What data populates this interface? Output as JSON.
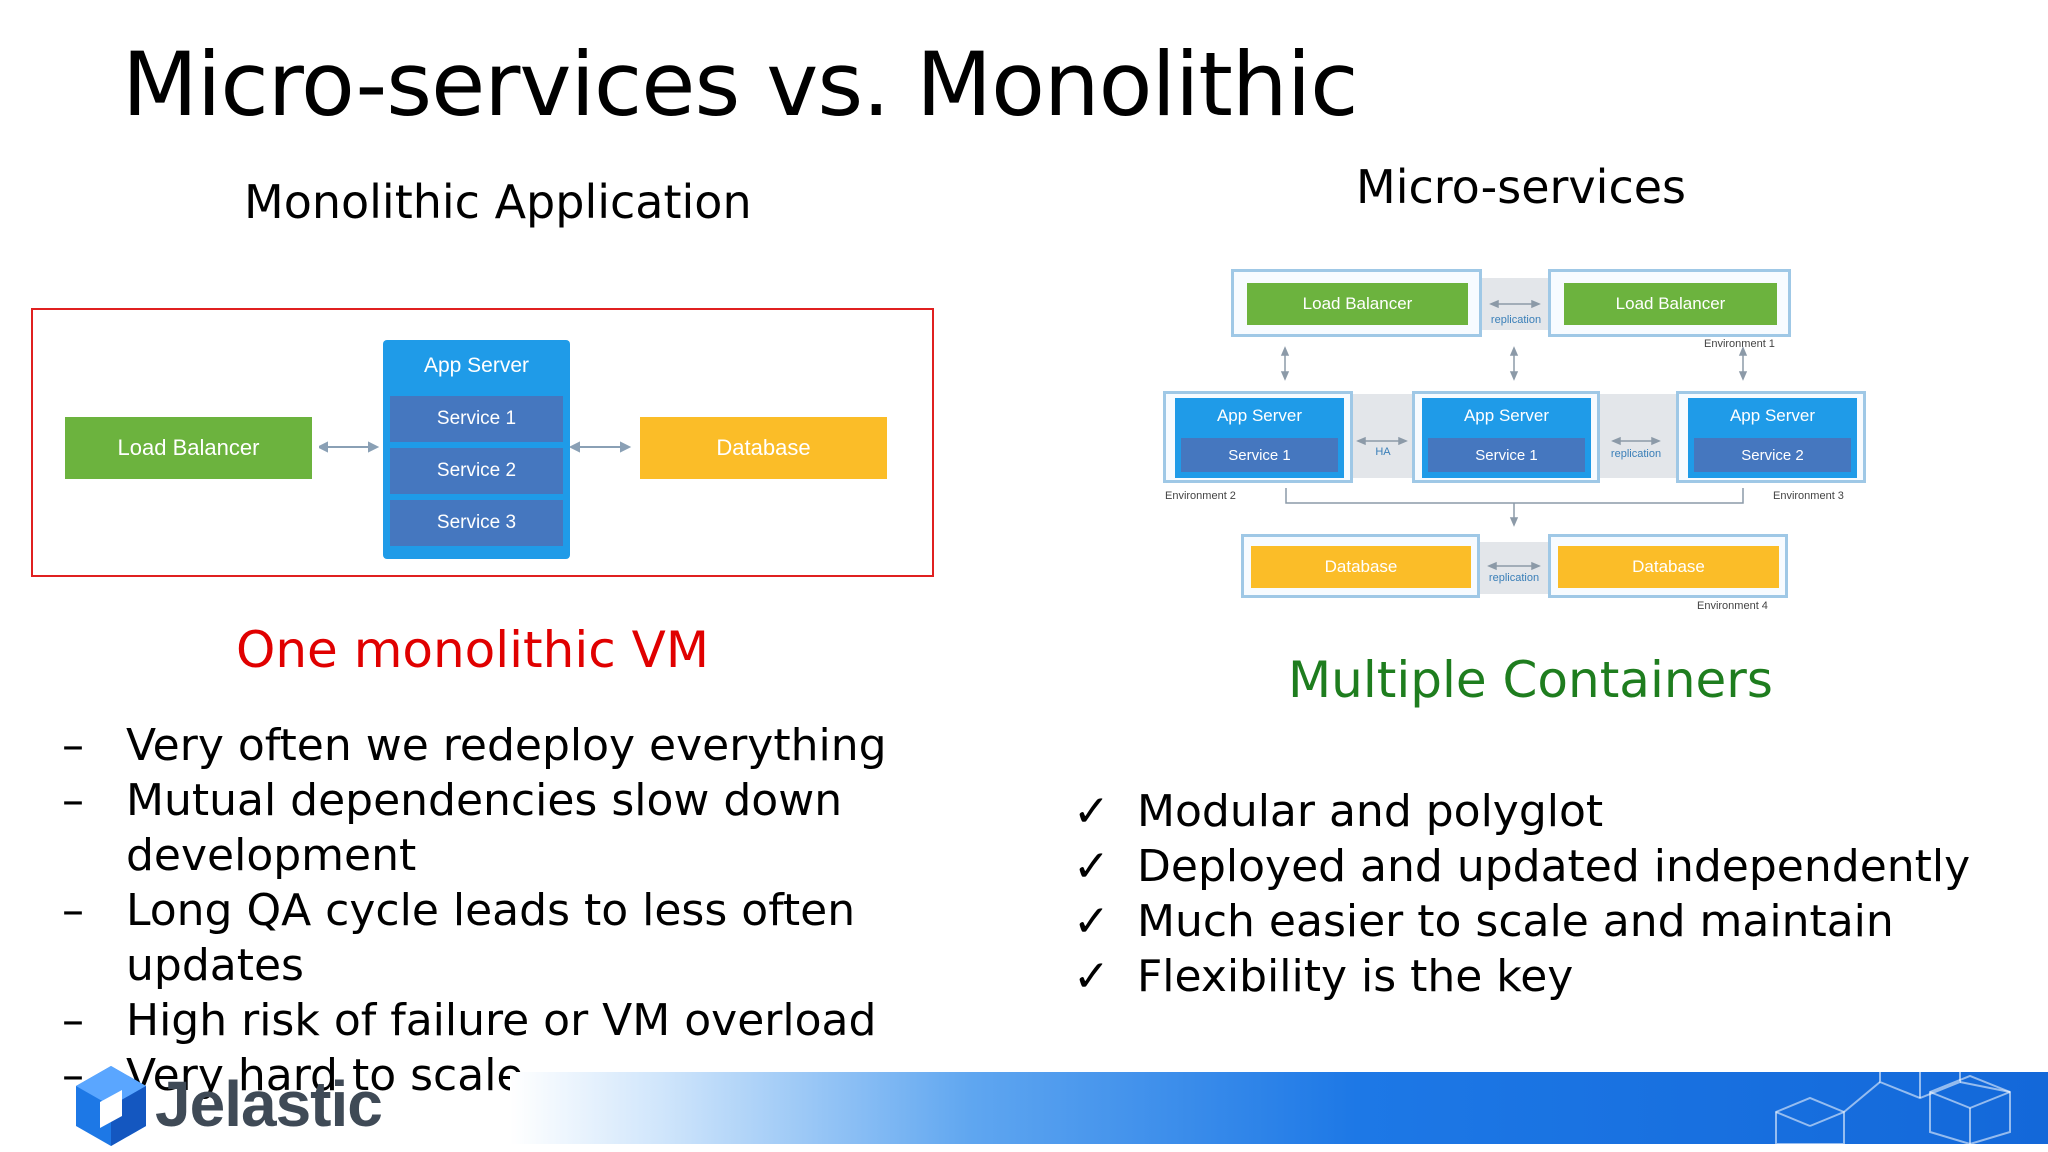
{
  "slide": {
    "title": "Micro-services vs. Monolithic",
    "left_heading": "Monolithic Application",
    "right_heading": "Micro-services",
    "left_caption": "One monolithic VM",
    "right_caption": "Multiple Containers",
    "colors": {
      "caption_red": "#e00000",
      "caption_green": "#1e7d1e",
      "accent_blue": "#1d78e6"
    }
  },
  "monolithic_diagram": {
    "load_balancer": "Load Balancer",
    "app_server": "App Server",
    "services": [
      "Service 1",
      "Service 2",
      "Service 3"
    ],
    "database": "Database",
    "colors": {
      "load_balancer": "#6cb33e",
      "app_server": "#1f9be8",
      "service": "#4577bf",
      "database": "#fbbd28",
      "frame": "#e02020"
    }
  },
  "micro_diagram": {
    "load_balancers": [
      "Load Balancer",
      "Load Balancer"
    ],
    "app_servers": [
      {
        "label": "App Server",
        "service": "Service 1"
      },
      {
        "label": "App Server",
        "service": "Service 1"
      },
      {
        "label": "App Server",
        "service": "Service 2"
      }
    ],
    "databases": [
      "Database",
      "Database"
    ],
    "links": {
      "replication": "replication",
      "ha": "HA"
    },
    "environments": [
      "Environment 1",
      "Environment 2",
      "Environment 3",
      "Environment 4"
    ]
  },
  "cons": [
    "Very often we redeploy everything",
    "Mutual dependencies slow down development",
    "Long QA cycle leads to less often updates",
    "High risk of failure or VM overload",
    "Very hard to scale"
  ],
  "bullet_dash": "–",
  "pros": [
    "Modular and polyglot",
    "Deployed and updated independently",
    "Much easier to scale and maintain",
    "Flexibility is the key"
  ],
  "bullet_check": "✓",
  "footer": {
    "logo_text": "Jelastic",
    "logo_icon": "jelastic-cube-icon",
    "watermark_icon": "cube-network-icon"
  }
}
